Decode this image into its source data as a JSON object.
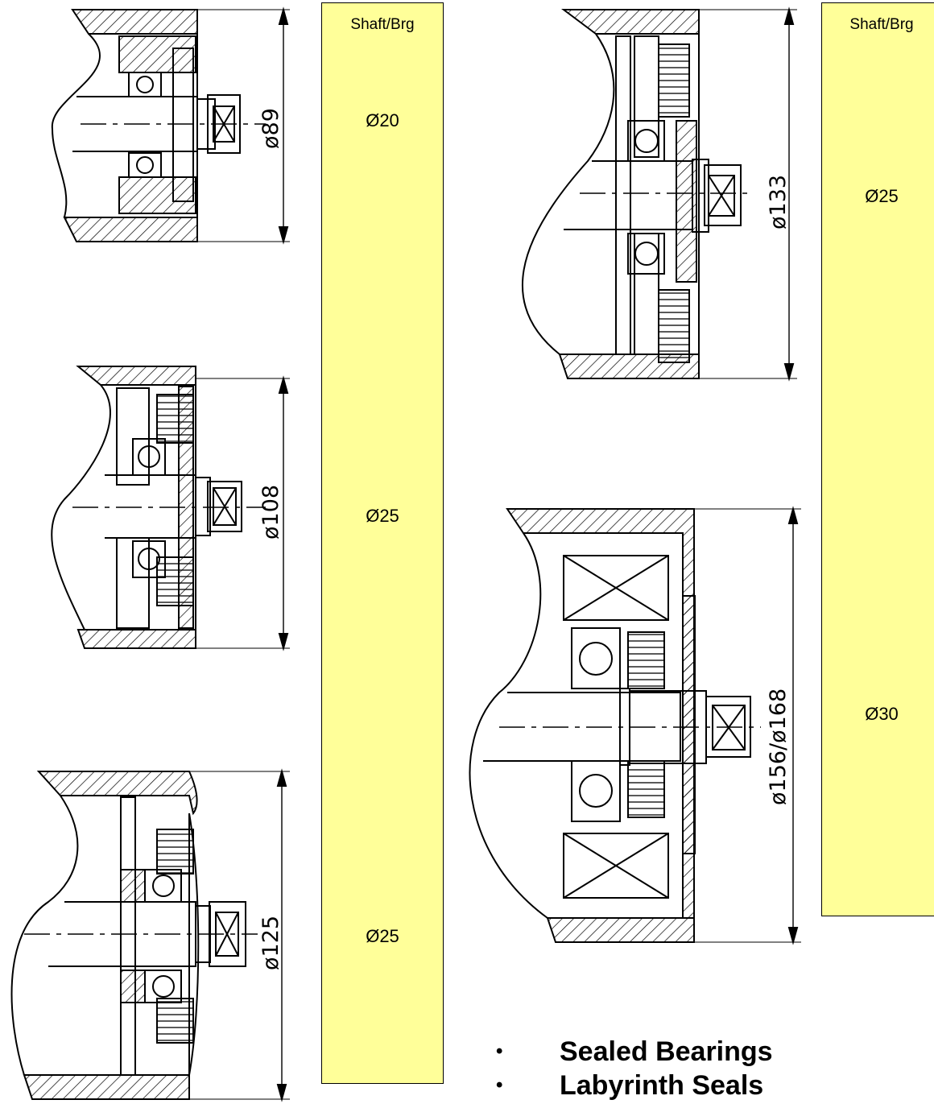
{
  "panels": [
    {
      "header": "Shaft/Brg",
      "values": [
        "Ø20",
        "Ø25",
        "Ø25"
      ]
    },
    {
      "header": "Shaft/Brg",
      "values": [
        "Ø25",
        "Ø30"
      ]
    }
  ],
  "dimensions": {
    "d1": "ø89",
    "d2": "ø108",
    "d3": "ø125",
    "d4": "ø133",
    "d5": "ø156/ø168"
  },
  "features": [
    "Sealed Bearings",
    "Labyrinth Seals"
  ]
}
